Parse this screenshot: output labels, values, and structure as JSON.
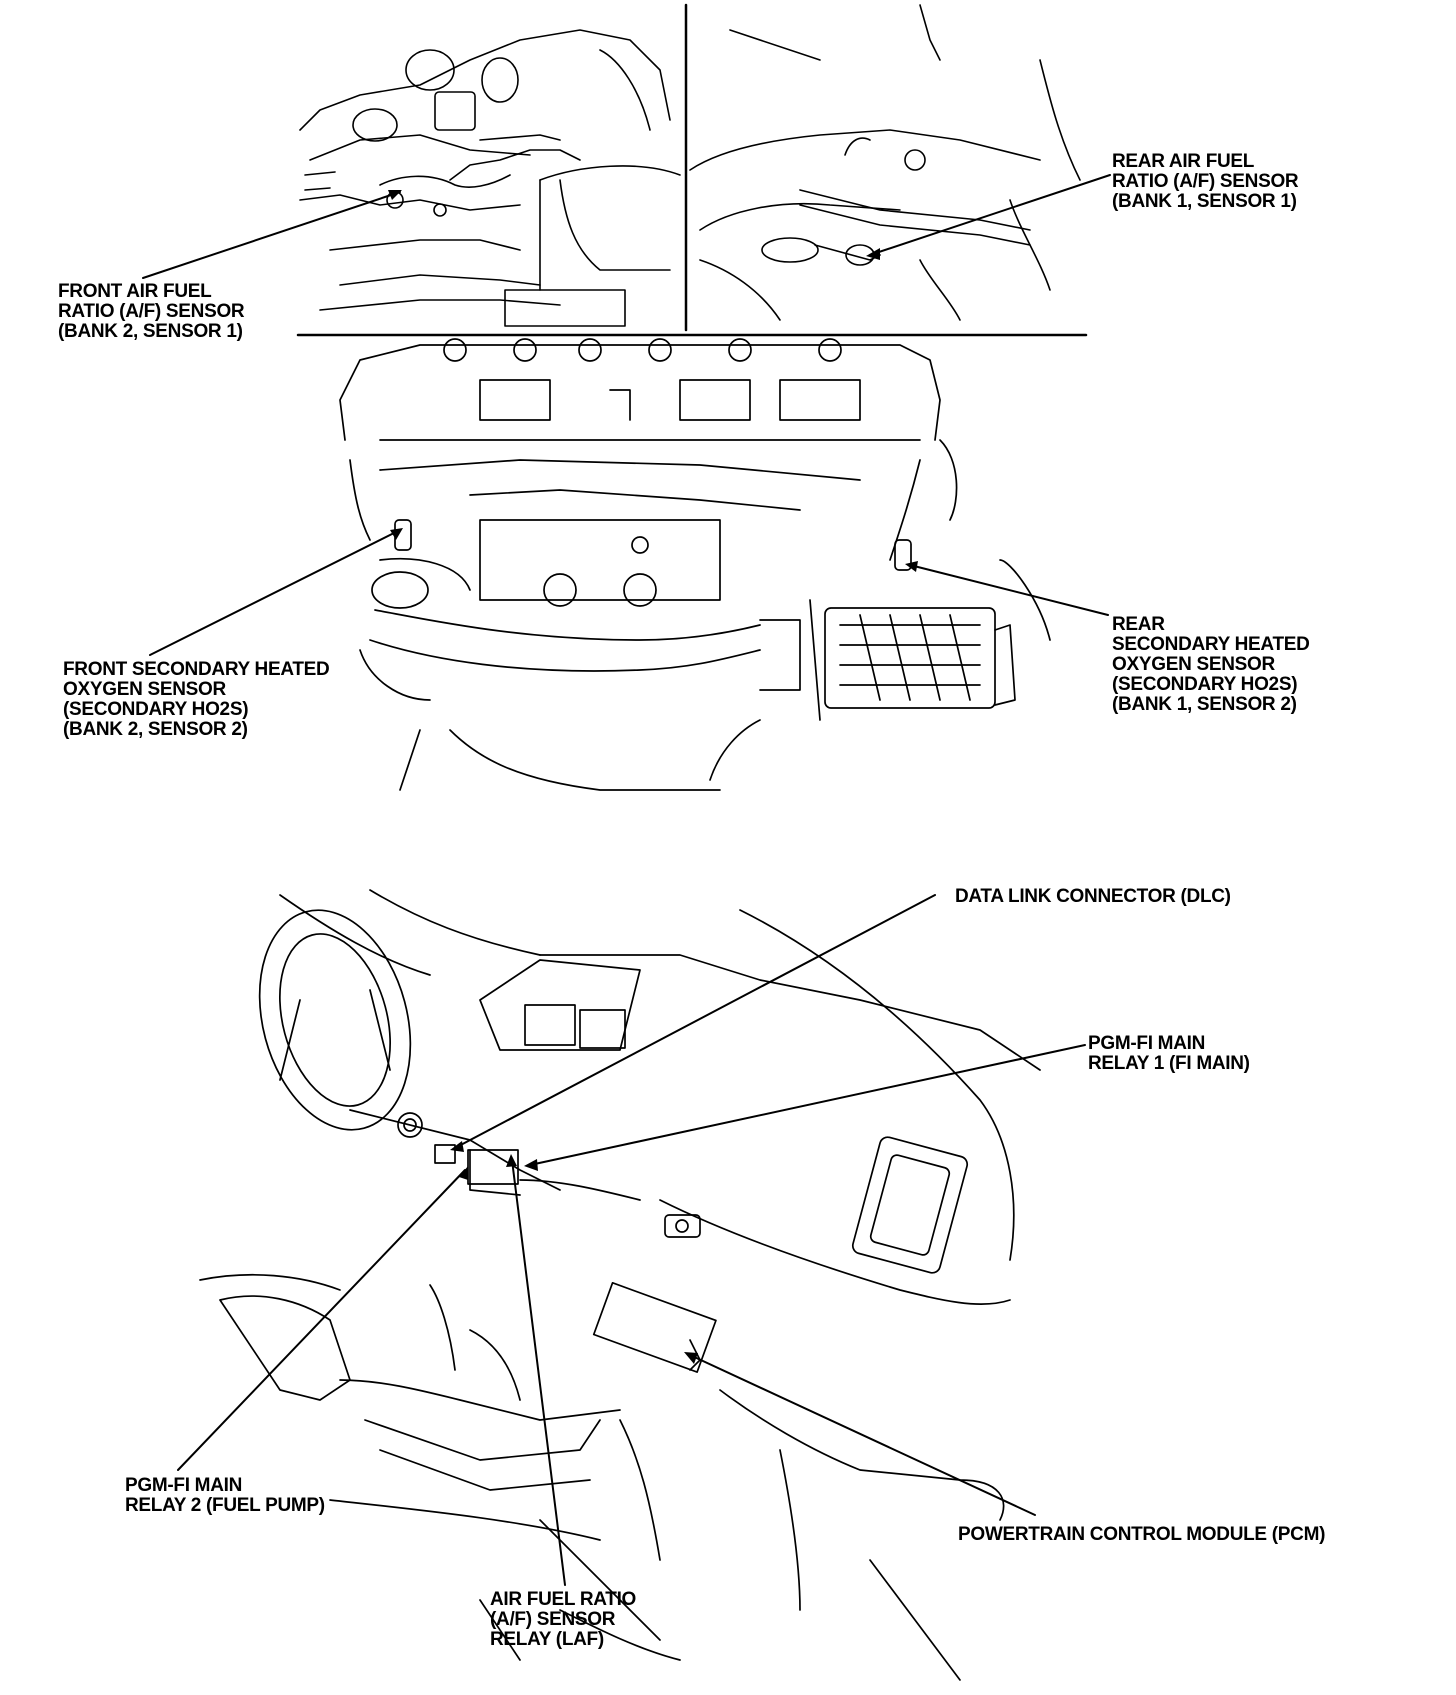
{
  "labels": {
    "front_af": [
      "FRONT AIR FUEL",
      "RATIO (A/F) SENSOR",
      "(BANK 2, SENSOR 1)"
    ],
    "rear_af": [
      "REAR AIR FUEL",
      "RATIO (A/F) SENSOR",
      "(BANK 1, SENSOR 1)"
    ],
    "front_ho2s": [
      "FRONT SECONDARY HEATED",
      "OXYGEN SENSOR",
      "(SECONDARY HO2S)",
      "(BANK 2, SENSOR 2)"
    ],
    "rear_ho2s": [
      "REAR",
      "SECONDARY HEATED",
      "OXYGEN SENSOR",
      "(SECONDARY HO2S)",
      "(BANK 1, SENSOR 2)"
    ],
    "dlc": [
      "DATA LINK CONNECTOR (DLC)"
    ],
    "relay1": [
      "PGM-FI MAIN",
      "RELAY 1 (FI MAIN)"
    ],
    "relay2": [
      "PGM-FI MAIN",
      "RELAY 2 (FUEL PUMP)"
    ],
    "pcm": [
      "POWERTRAIN CONTROL MODULE (PCM)"
    ],
    "laf": [
      "AIR FUEL RATIO",
      "(A/F) SENSOR",
      "RELAY (LAF)"
    ]
  }
}
